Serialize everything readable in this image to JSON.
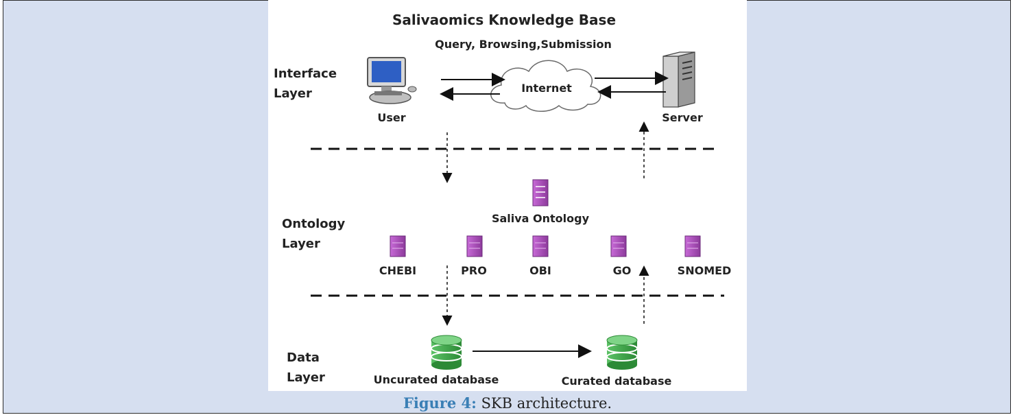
{
  "diagram": {
    "title": "Salivaomics Knowledge Base",
    "query_label": "Query, Browsing,Submission",
    "layers": {
      "interface_line1": "Interface",
      "interface_line2": "Layer",
      "ontology_line1": "Ontology",
      "ontology_line2": "Layer",
      "data_line1": "Data",
      "data_line2": "Layer"
    },
    "nodes": {
      "user": "User",
      "internet": "Internet",
      "server": "Server",
      "saliva_ontology": "Saliva Ontology",
      "uncurated_db": "Uncurated database",
      "curated_db": "Curated database"
    },
    "ontologies": [
      "CHEBI",
      "PRO",
      "OBI",
      "GO",
      "SNOMED"
    ],
    "colors": {
      "ontology_purple": "#b04fc0",
      "db_green": "#3fa84a",
      "caption_blue": "#3a7fb5",
      "panel_bg": "#d6dff0"
    }
  },
  "caption": {
    "label": "Figure 4:",
    "text": "SKB architecture."
  }
}
